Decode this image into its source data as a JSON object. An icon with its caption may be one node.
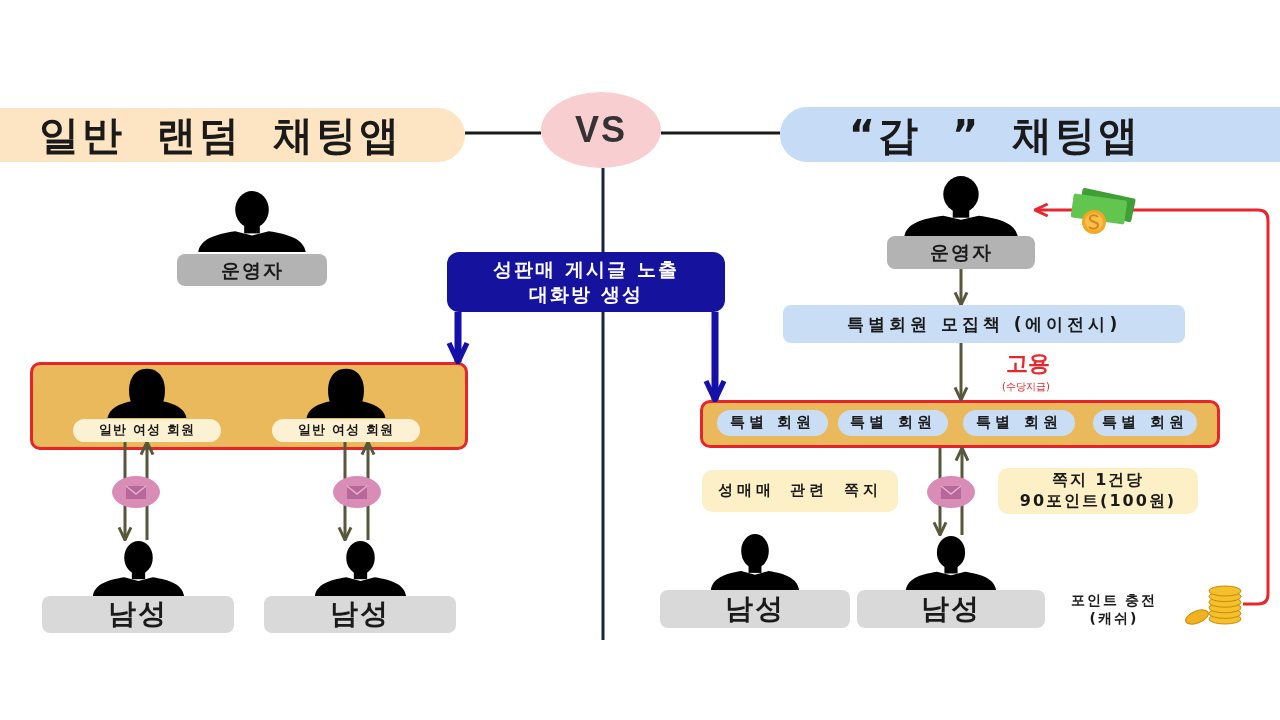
{
  "diagram": {
    "nodes": [
      {
        "text": [
          "일반 랜덤 채팅앱"
        ]
      },
      {
        "text": [
          "VS"
        ]
      },
      {
        "text": [
          "“갑 ” 채팅앱"
        ]
      },
      {
        "text": [
          "운영자"
        ]
      },
      {
        "text": [],
        "shape": "box"
      },
      {
        "text": [
          "일반 여성 회원"
        ],
        "in": 4
      },
      {
        "text": [
          "일반 여성 회원"
        ],
        "in": 4
      },
      {
        "text": [
          "남성"
        ]
      },
      {
        "text": [
          "남성"
        ]
      },
      {
        "text": [
          "성판매 게시글 노출 대화방 생성"
        ]
      },
      {
        "text": [
          "운영자"
        ]
      },
      {
        "text": [
          "특별회원 모집책 (에이전시)"
        ]
      },
      {
        "text": [],
        "shape": "box"
      },
      {
        "text": [
          "특별 회원"
        ],
        "in": 12
      },
      {
        "text": [
          "특별 회원"
        ],
        "in": 12
      },
      {
        "text": [
          "특별 회원"
        ],
        "in": 12
      },
      {
        "text": [
          "특별 회원"
        ],
        "in": 12
      },
      {
        "text": [
          "성매매 관련 쪽지"
        ]
      },
      {
        "text": [
          "쪽지 1건당 90포인트(100원)"
        ]
      },
      {
        "text": [
          "남성"
        ]
      },
      {
        "text": [
          "남성"
        ]
      },
      {
        "text": [],
        "shape": "picture",
        "beside": [
          "포인트 충전 (캐쉬)"
        ]
      }
    ],
    "edges": [
      {
        "from": 0,
        "to": 1,
        "arrow": "none",
        "color": "#1a1a1a"
      },
      {
        "from": 1,
        "to": 2,
        "arrow": "none",
        "color": "#1a1a1a"
      },
      {
        "from": 1,
        "to": 9,
        "arrow": "none",
        "color": "#1c2440"
      },
      {
        "from": 9,
        "to": null,
        "arrow": "none",
        "color": "#1c2440"
      },
      {
        "from": 9,
        "to": 4,
        "arrow": "to",
        "style": "thick",
        "color": "#1410a8"
      },
      {
        "from": 9,
        "to": 12,
        "arrow": "to",
        "style": "thick",
        "color": "#1410a8"
      },
      {
        "from": 5,
        "to": 7,
        "arrow": "to"
      },
      {
        "from": 7,
        "to": 5,
        "arrow": "to"
      },
      {
        "from": 6,
        "to": 8,
        "arrow": "to"
      },
      {
        "from": 8,
        "to": 6,
        "arrow": "to"
      },
      {
        "from": 10,
        "to": 11,
        "arrow": "to"
      },
      {
        "from": 11,
        "to": 12,
        "arrow": "to",
        "label": "고용"
      },
      {
        "from": 12,
        "to": 20,
        "arrow": "to"
      },
      {
        "from": 20,
        "to": 12,
        "arrow": "to"
      },
      {
        "from": 21,
        "to": 10,
        "arrow": "to",
        "color": "#e8262c"
      }
    ],
    "labels": [
      "(수당지급)"
    ]
  }
}
